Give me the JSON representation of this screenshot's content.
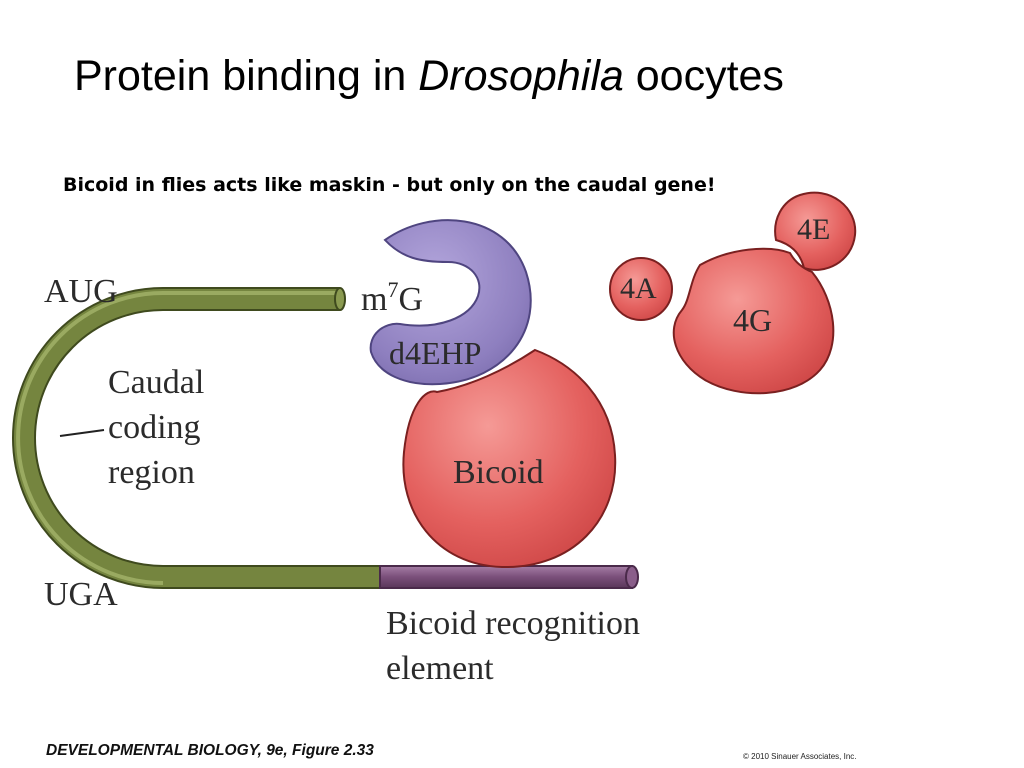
{
  "slide": {
    "title_prefix": "Protein binding in ",
    "title_italic": "Drosophila",
    "title_suffix": " oocytes",
    "subtitle": "Bicoid in flies acts like maskin - but only on the caudal gene!"
  },
  "diagram": {
    "labels": {
      "aug": "AUG",
      "uga": "UGA",
      "coding_1": "Caudal",
      "coding_2": "coding",
      "coding_3": "region",
      "cap_m": "m",
      "cap_sup": "7",
      "cap_g": "G",
      "d4ehp": "d4EHP",
      "bicoid": "Bicoid",
      "bre_1": "Bicoid recognition",
      "bre_2": "element",
      "f4a": "4A",
      "f4e": "4E",
      "f4g": "4G"
    },
    "colors": {
      "mrna": "#6b7a3a",
      "mrna_outline": "#3f4a1e",
      "bre": "#7a4f7a",
      "bre_outline": "#4a2a4a",
      "d4ehp": "#8e7fbf",
      "d4ehp_outline": "#4f4580",
      "protein": "#e85a5a",
      "protein_outline": "#7a2020"
    }
  },
  "footer": {
    "caption_title": "DEVELOPMENTAL BIOLOGY",
    "caption_rest": ", 9e, Figure 2.33",
    "copyright": "© 2010 Sinauer Associates, Inc."
  }
}
